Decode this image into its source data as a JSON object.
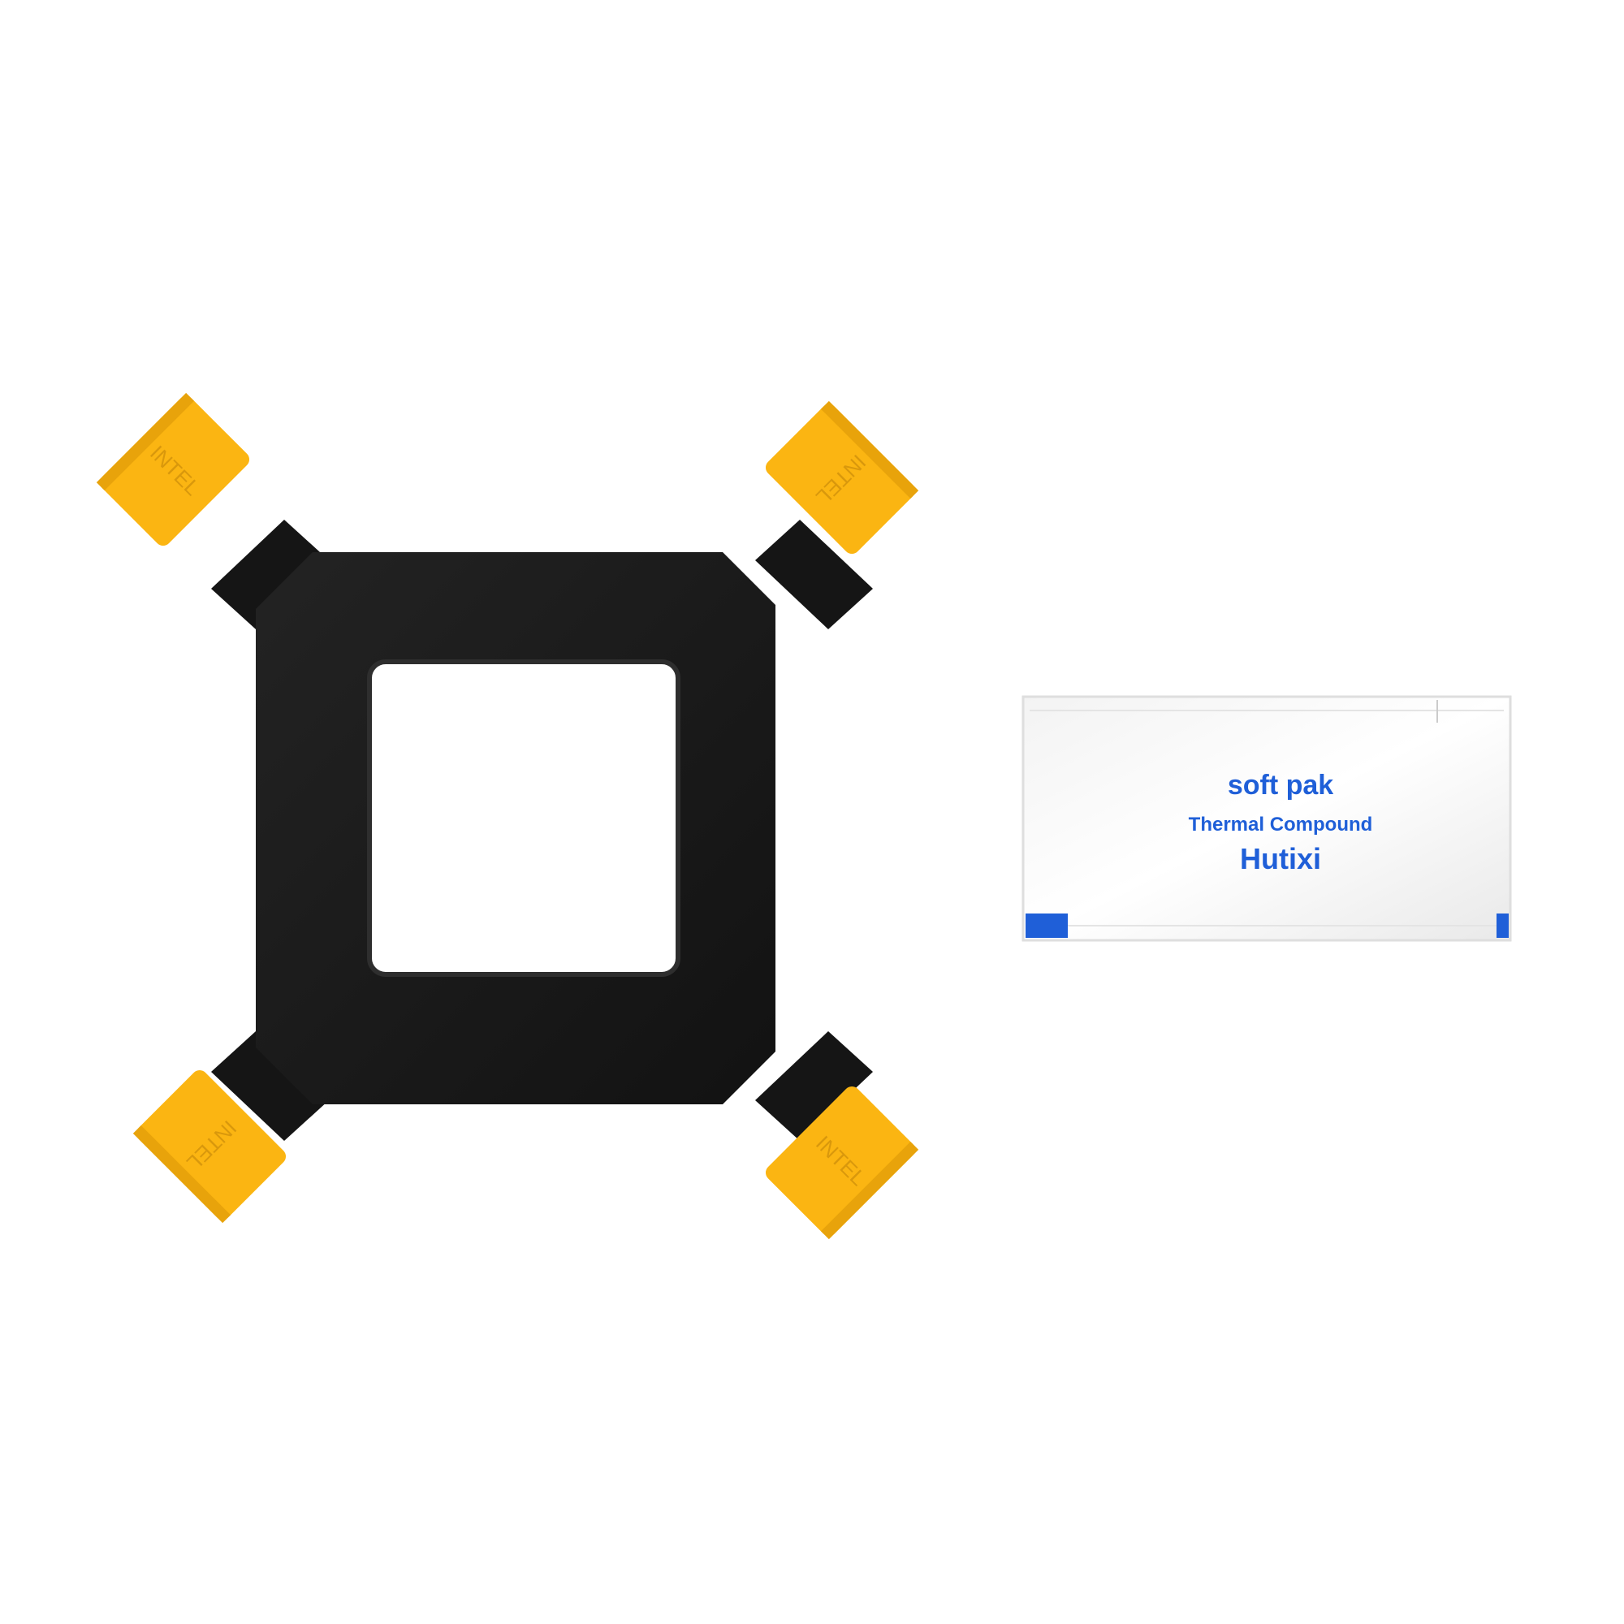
{
  "scene": {
    "background": "#ffffff",
    "objects": [
      "cpu-mounting-bracket",
      "thermal-paste-packet"
    ]
  },
  "bracket": {
    "body_color": "#1a1a1a",
    "clip_color": "#fbb512",
    "clip_label": "INTEL"
  },
  "packet": {
    "line1": "soft pak",
    "line2": "Thermal Compound",
    "line3": "Hutixi",
    "text_color": "#1f5fd8",
    "stripe_color": "#1f5fd8"
  }
}
